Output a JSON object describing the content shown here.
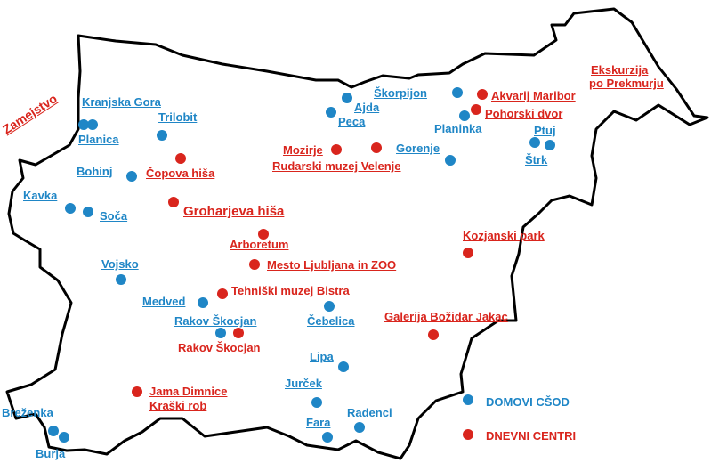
{
  "colors": {
    "blue": "#1f86c6",
    "red": "#d9251d",
    "border": "#000000"
  },
  "zamejstvo": "Zamejstvo",
  "legend": {
    "domovi": "DOMOVI CŠOD",
    "centri": "DNEVNI CENTRI"
  },
  "blue_labels": {
    "kranjska_gora": "Kranjska Gora",
    "trilobit": "Trilobit",
    "planica": "Planica",
    "bohinj": "Bohinj",
    "kavka": "Kavka",
    "soca": "Soča",
    "vojsko": "Vojsko",
    "medved": "Medved",
    "rakov_skocjan": "Rakov Škocjan",
    "cebelica": "Čebelica",
    "lipa": "Lipa",
    "jurcek": "Jurček",
    "fara": "Fara",
    "radenci": "Radenci",
    "brezenka": "Breženka",
    "burja": "Burja",
    "ajda": "Ajda",
    "peca": "Peca",
    "skorpijon": "Škorpijon",
    "planinka": "Planinka",
    "gorenje": "Gorenje",
    "ptuj": "Ptuj",
    "strk": "Štrk"
  },
  "red_labels": {
    "ekskurzija_1": "Ekskurzija",
    "ekskurzija_2": "po Prekmurju",
    "akvarij": "Akvarij Maribor",
    "pohorski": "Pohorski dvor",
    "mozirje": "Mozirje",
    "velenje": "Rudarski muzej Velenje",
    "copova": "Čopova hiša",
    "groharjeva": "Groharjeva hiša",
    "arboretum": "Arboretum",
    "ljubljana": "Mesto Ljubljana in ZOO",
    "bistra": "Tehniški muzej Bistra",
    "kozjanski": "Kozjanski park",
    "jakac": "Galerija Božidar Jakac",
    "rakov_skocjan": "Rakov Škocjan",
    "dimnice_1": "Jama Dimnice",
    "dimnice_2": "Kraški rob"
  }
}
